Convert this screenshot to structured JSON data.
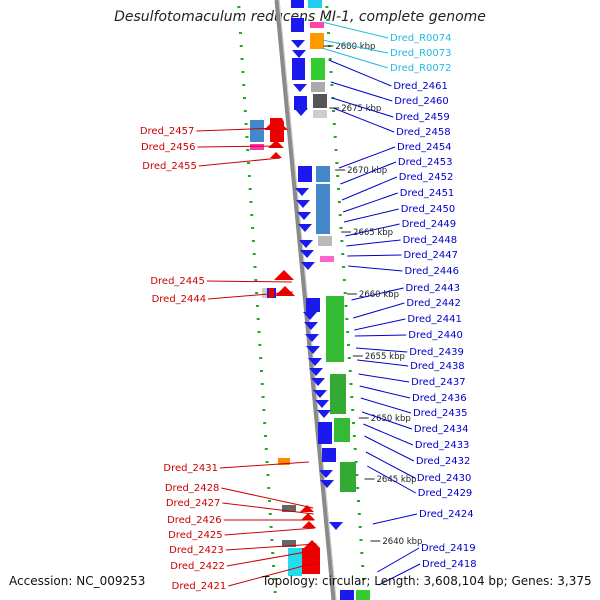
{
  "title": "Desulfotomaculum reducens MI-1, complete genome",
  "accession_label": "Accession: NC_009253",
  "summary_label": "Topology: circular; Length: 3,608,104 bp; Genes: 3,375",
  "colors": {
    "backbone": "#8a8a8a",
    "forward_label": "#0000cc",
    "reverse_label": "#cc0000",
    "rna_label": "#22bbdd",
    "minor_tick": "#22aa22"
  },
  "kbp_marks": [
    "2680 kbp",
    "2675 kbp",
    "2670 kbp",
    "2665 kbp",
    "2660 kbp",
    "2655 kbp",
    "2650 kbp",
    "2645 kbp",
    "2640 kbp"
  ],
  "rna_genes": [
    "Dred_R0074",
    "Dred_R0073",
    "Dred_R0072"
  ],
  "forward_genes": [
    "Dred_2461",
    "Dred_2460",
    "Dred_2459",
    "Dred_2458",
    "Dred_2454",
    "Dred_2453",
    "Dred_2452",
    "Dred_2451",
    "Dred_2450",
    "Dred_2449",
    "Dred_2448",
    "Dred_2447",
    "Dred_2446",
    "Dred_2443",
    "Dred_2442",
    "Dred_2441",
    "Dred_2440",
    "Dred_2439",
    "Dred_2438",
    "Dred_2437",
    "Dred_2436",
    "Dred_2435",
    "Dred_2434",
    "Dred_2433",
    "Dred_2432",
    "Dred_2430",
    "Dred_2429",
    "Dred_2424",
    "Dred_2419",
    "Dred_2418"
  ],
  "reverse_genes": [
    "Dred_2457",
    "Dred_2456",
    "Dred_2455",
    "Dred_2445",
    "Dred_2444",
    "Dred_2431",
    "Dred_2428",
    "Dred_2427",
    "Dred_2426",
    "Dred_2425",
    "Dred_2423",
    "Dred_2422",
    "Dred_2421"
  ]
}
